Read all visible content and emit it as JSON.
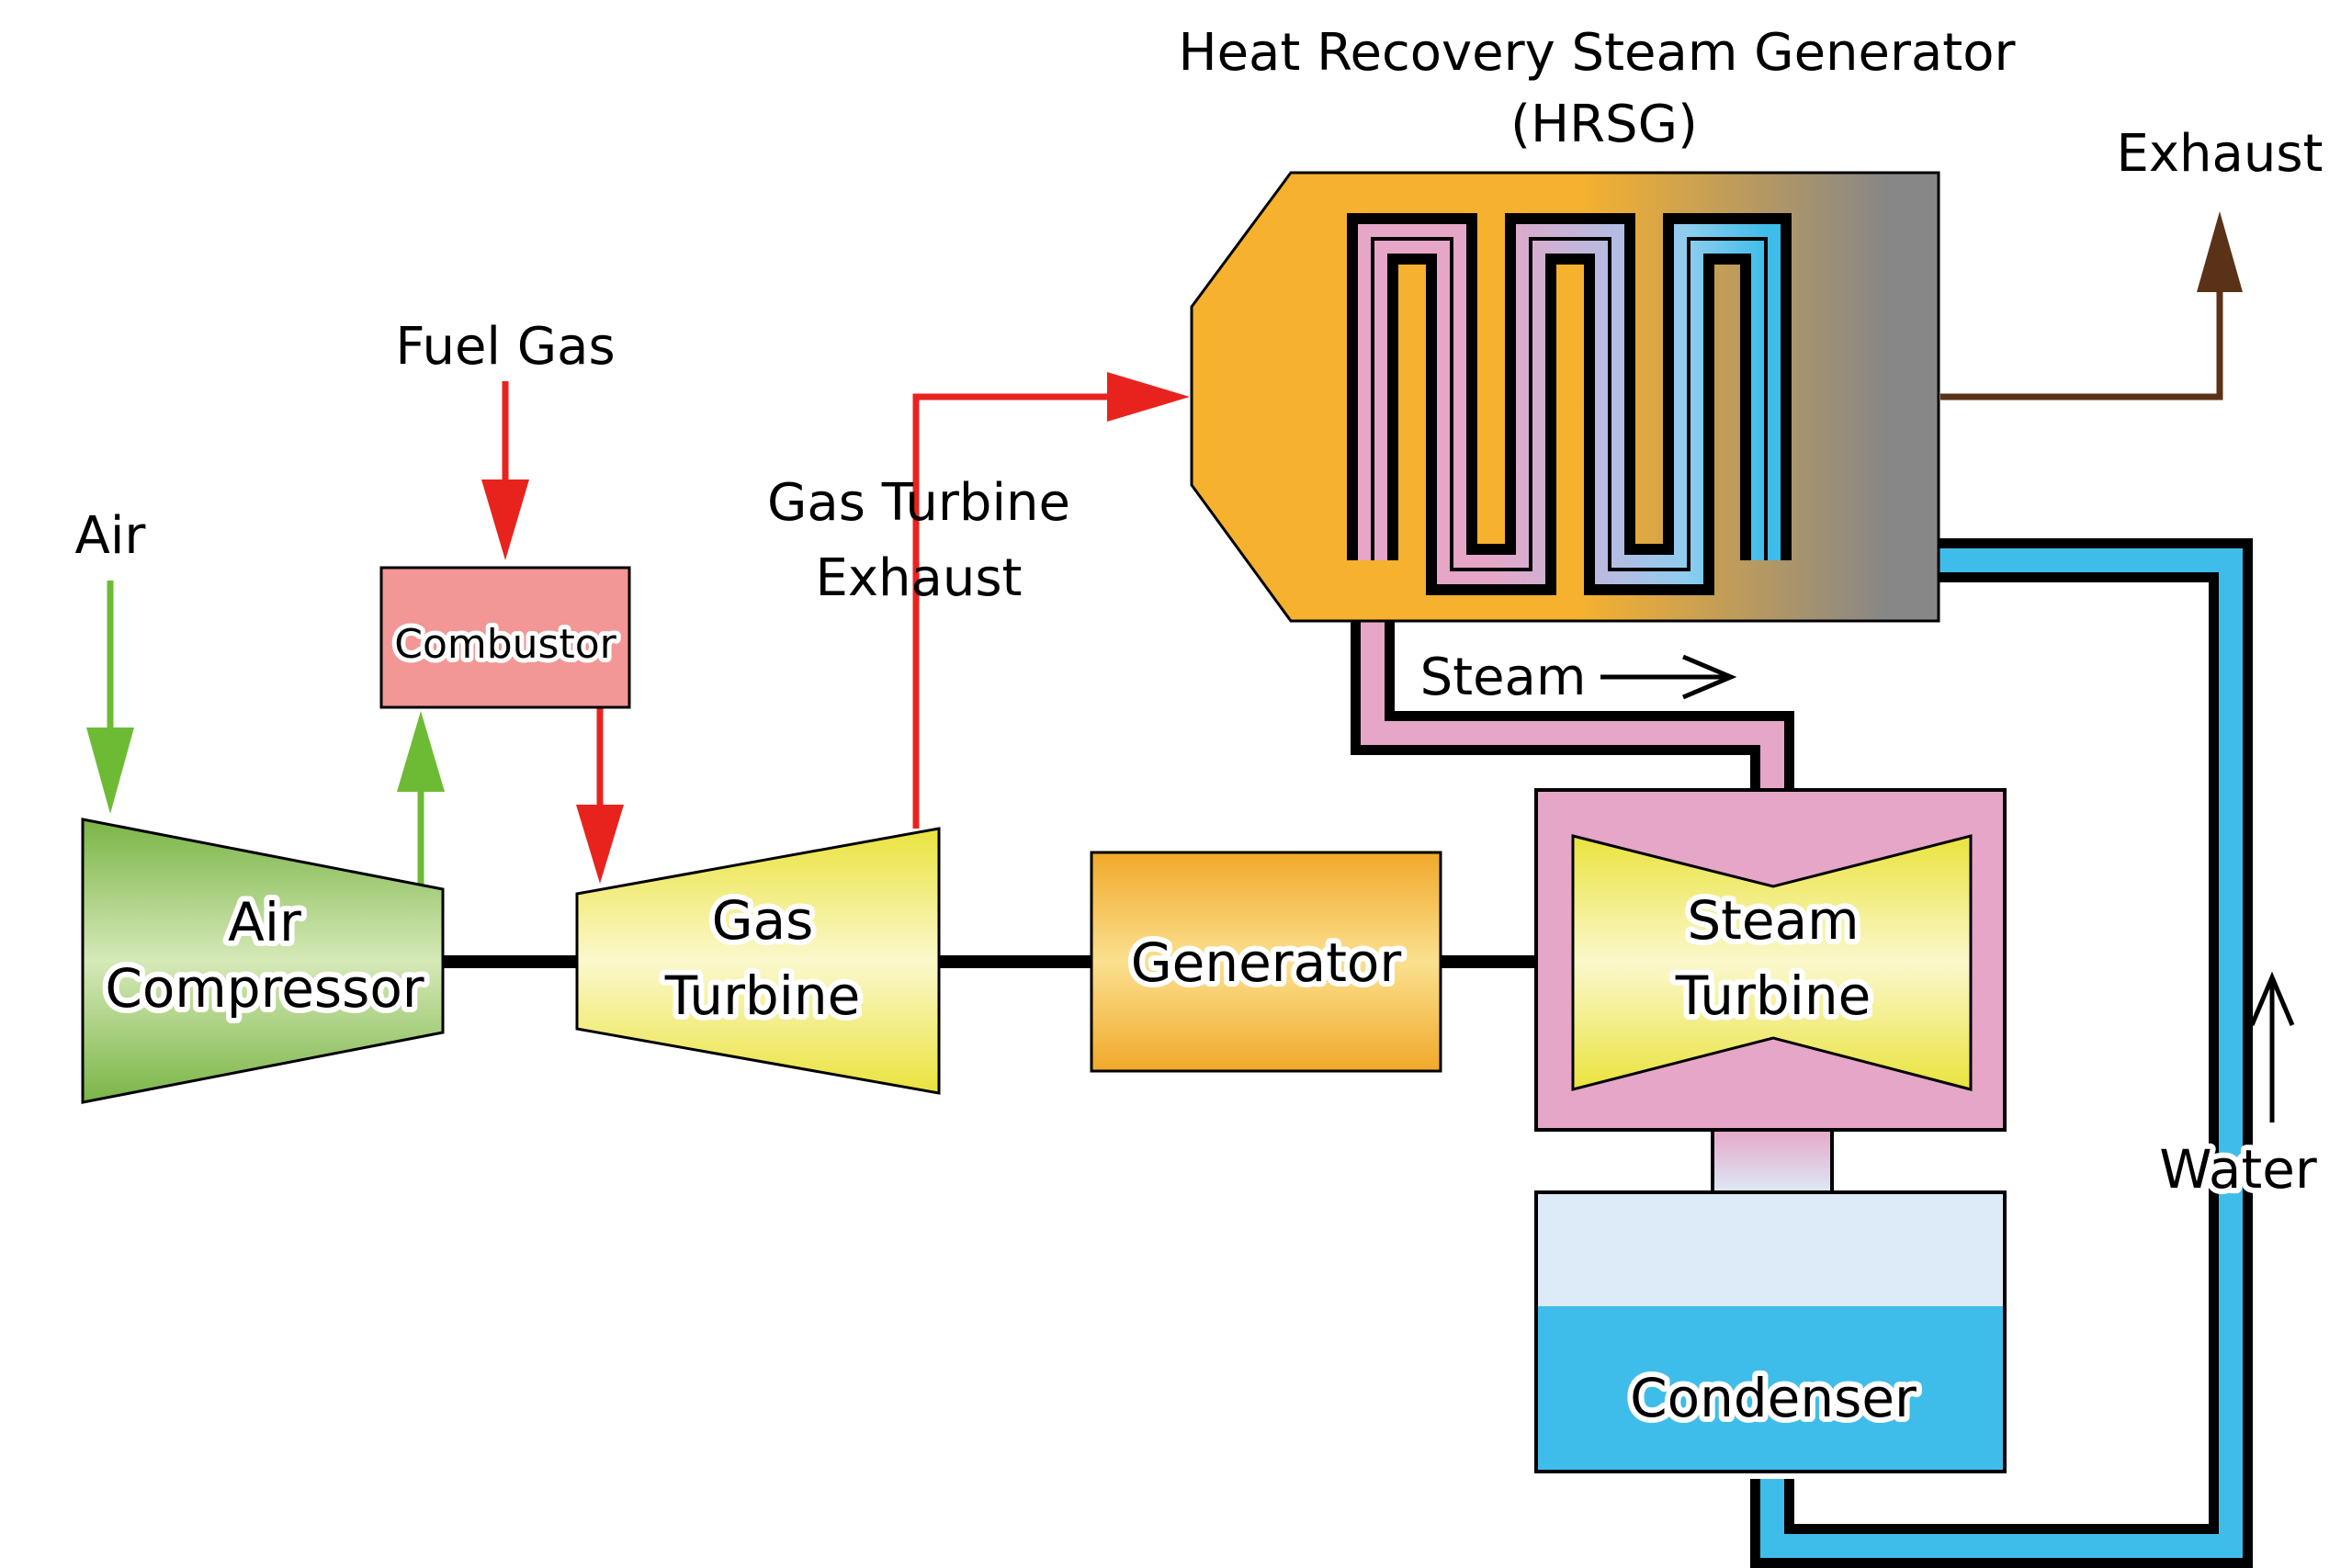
{
  "diagram": {
    "title_line1": "Heat Recovery Steam Generator",
    "title_line2": "(HRSG)",
    "labels": {
      "exhaust": "Exhaust",
      "fuel_gas": "Fuel Gas",
      "air": "Air",
      "gt_exhaust_line1": "Gas Turbine",
      "gt_exhaust_line2": "Exhaust",
      "steam": "Steam",
      "water": "Water"
    },
    "components": {
      "combustor": "Combustor",
      "air_compressor_line1": "Air",
      "air_compressor_line2": "Compressor",
      "gas_turbine_line1": "Gas",
      "gas_turbine_line2": "Turbine",
      "generator": "Generator",
      "steam_turbine_line1": "Steam",
      "steam_turbine_line2": "Turbine",
      "condenser": "Condenser"
    },
    "colors": {
      "gas_flow": "#e8231e",
      "air_flow": "#6dbb35",
      "steam": "#e6a6c7",
      "water": "#3fbdea",
      "exhaust": "#5a3217",
      "hrsg_hot": "#f6b12f",
      "hrsg_cool": "#878787",
      "generator": "#f1a92a",
      "combustor": "#f29696"
    }
  }
}
